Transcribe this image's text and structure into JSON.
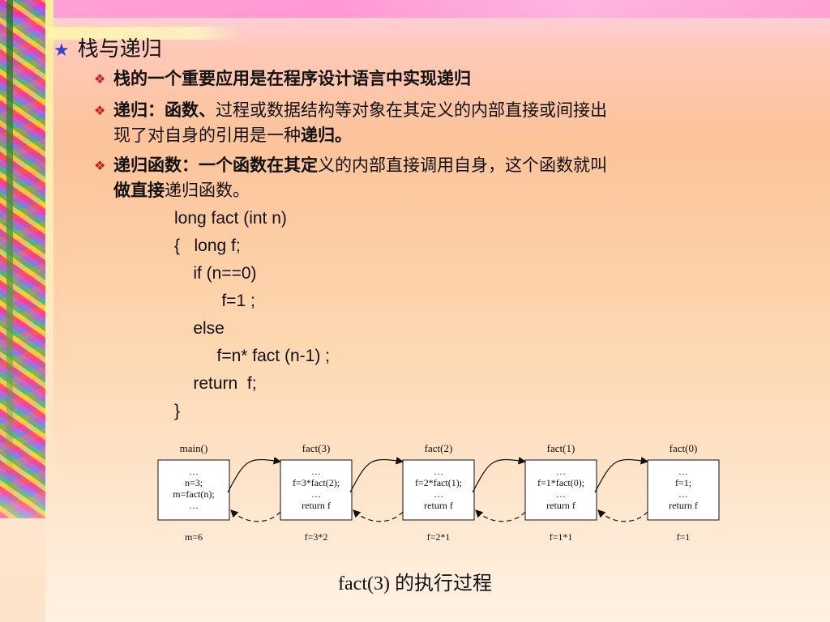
{
  "slide": {
    "title": "栈与递归",
    "bullets": [
      {
        "bold": "栈的一个重要应用是在程序设计语言中实现递归",
        "rest": ""
      },
      {
        "bold": "递归：函数、",
        "rest": "过程或数据结构等对象在其定义的内部直接或间接出",
        "line2a": "现了对自身的引用是一种",
        "line2b": "递归。"
      },
      {
        "bold": "递归函数：一个函数在其定",
        "rest": "义的内部直接调用自身，这个函数就叫",
        "line2a": "做直接",
        "line2b": "递归函数。"
      }
    ],
    "code": [
      "long fact (int n)",
      "{   long f;",
      "    if (n==0)",
      "          f=1 ;",
      "    else",
      "         f=n* fact (n-1) ;",
      "    return  f;",
      "}"
    ],
    "diagram": {
      "frames": [
        {
          "name": "main()",
          "lines": [
            "…",
            "n=3;",
            "m=fact(n);",
            "…"
          ],
          "result": "m=6"
        },
        {
          "name": "fact(3)",
          "lines": [
            "…",
            "f=3*fact(2);",
            "…",
            "return f"
          ],
          "result": "f=3*2"
        },
        {
          "name": "fact(2)",
          "lines": [
            "…",
            "f=2*fact(1);",
            "…",
            "return f"
          ],
          "result": "f=2*1"
        },
        {
          "name": "fact(1)",
          "lines": [
            "…",
            "f=1*fact(0);",
            "…",
            "return f"
          ],
          "result": "f=1*1"
        },
        {
          "name": "fact(0)",
          "lines": [
            "…",
            "f=1;",
            "…",
            "return f"
          ],
          "result": "f=1"
        }
      ]
    },
    "caption": "fact(3) 的执行过程"
  }
}
